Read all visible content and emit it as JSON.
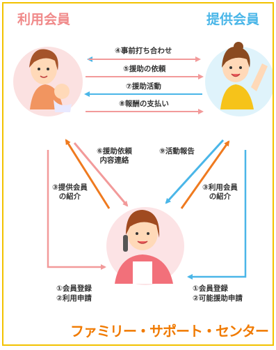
{
  "roles": {
    "user_member": "利用会員",
    "provider_member": "提供会員"
  },
  "flows_horizontal": [
    "④事前打ち合わせ",
    "⑤援助の依頼",
    "⑦援助活動",
    "⑧報酬の支払い"
  ],
  "flows_center": {
    "request_contact_line1": "⑥援助依頼",
    "request_contact_line2": "内容連絡",
    "activity_report": "⑨活動報告",
    "intro_provider_line1": "③提供会員",
    "intro_provider_line2": "の紹介",
    "intro_user_line1": "③利用会員",
    "intro_user_line2": "の紹介"
  },
  "registration": {
    "left_line1": "①会員登録",
    "left_line2": "②利用申請",
    "right_line1": "①会員登録",
    "right_line2": "②可能援助申請"
  },
  "footer": "ファミリー・サポート・センター",
  "colors": {
    "border": "#f2c200",
    "user_title": "#f08a8a",
    "provider_title": "#4ab6e8",
    "footer": "#f07a00",
    "arrow_pink": "#f29a9a",
    "arrow_blue": "#4ab6e8",
    "arrow_orange": "#ef7a1f"
  }
}
